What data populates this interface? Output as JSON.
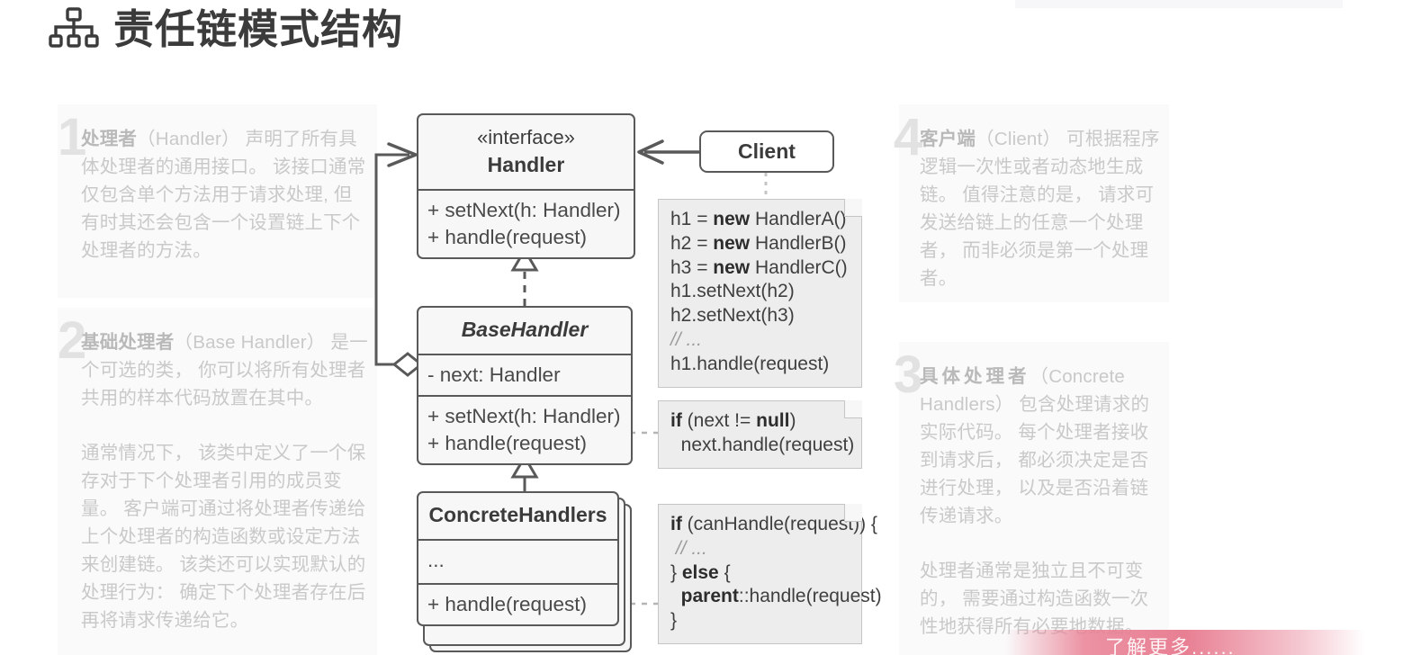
{
  "header": {
    "title": "责任链模式结构",
    "icon": "hierarchy-icon"
  },
  "descriptions": [
    {
      "number": "1",
      "term": "处理者",
      "en": "（Handler）",
      "text": " 声明了所有具体处理者的通用接口。 该接口通常仅包含单个方法用于请求处理, 但有时其还会包含一个设置链上下个处理者的方法。"
    },
    {
      "number": "2",
      "term": "基础处理者",
      "en": "（Base Handler）",
      "text": " 是一个可选的类， 你可以将所有处理者共用的样本代码放置在其中。",
      "text2": "通常情况下， 该类中定义了一个保存对于下个处理者引用的成员变量。 客户端可通过将处理者传递给上个处理者的构造函数或设定方法来创建链。 该类还可以实现默认的处理行为： 确定下个处理者存在后再将请求传递给它。"
    },
    {
      "number": "3",
      "term": "具体处理者",
      "en": "（Concrete Handlers）",
      "text": " 包含处理请求的实际代码。 每个处理者接收到请求后， 都必须决定是否进行处理， 以及是否沿着链传递请求。",
      "text2": "处理者通常是独立且不可变的， 需要通过构造函数一次性地获得所有必要地数据。"
    },
    {
      "number": "4",
      "term": "客户端",
      "en": "（Client）",
      "text": " 可根据程序逻辑一次性或者动态地生成链。 值得注意的是， 请求可发送给链上的任意一个处理者， 而非必须是第一个处理者。"
    }
  ],
  "uml": {
    "handler": {
      "stereotype": "«interface»",
      "name": "Handler",
      "methods": [
        "+ setNext(h: Handler)",
        "+ handle(request)"
      ]
    },
    "base_handler": {
      "name": "BaseHandler",
      "fields": [
        "- next: Handler"
      ],
      "methods": [
        "+ setNext(h: Handler)",
        "+ handle(request)"
      ]
    },
    "concrete_handlers": {
      "name": "ConcreteHandlers",
      "fields": [
        "..."
      ],
      "methods": [
        "+ handle(request)"
      ]
    },
    "client": {
      "name": "Client"
    }
  },
  "notes": {
    "client_code": {
      "lines": [
        {
          "pre": "h1 = ",
          "kw": "new",
          "post": " HandlerA()"
        },
        {
          "pre": "h2 = ",
          "kw": "new",
          "post": " HandlerB()"
        },
        {
          "pre": "h3 = ",
          "kw": "new",
          "post": " HandlerC()"
        },
        {
          "pre": "h1.setNext(h2)",
          "kw": "",
          "post": ""
        },
        {
          "pre": "h2.setNext(h3)",
          "kw": "",
          "post": ""
        },
        {
          "pre": "",
          "kw": "",
          "post": "",
          "comment": "// ..."
        },
        {
          "pre": "h1.handle(request)",
          "kw": "",
          "post": ""
        }
      ]
    },
    "next_check": {
      "lines": [
        {
          "pre": "",
          "kw": "if",
          "post": " (next != ",
          "kw2": "null",
          "post2": ")"
        },
        {
          "pre": "  next.handle(request)",
          "kw": "",
          "post": ""
        }
      ]
    },
    "can_handle": {
      "lines": [
        {
          "pre": "",
          "kw": "if",
          "post": " (canHandle(request)) {"
        },
        {
          "pre": "",
          "kw": "",
          "post": "",
          "comment": " // ..."
        },
        {
          "pre": "} ",
          "kw": "else",
          "post": " {"
        },
        {
          "pre": "  ",
          "kw": "parent",
          "post": "::handle(request)"
        },
        {
          "pre": "}",
          "kw": "",
          "post": ""
        }
      ]
    }
  },
  "watermark": {
    "text": "了解更多......"
  },
  "colors": {
    "box_border": "#595959",
    "box_fill": "#f7f7f7",
    "note_fill": "#ededed",
    "text_dark": "#3b3b3b",
    "text_muted": "#c9c9c9",
    "num_muted": "#e2e2e2",
    "accent_pink": "#e7788d"
  }
}
